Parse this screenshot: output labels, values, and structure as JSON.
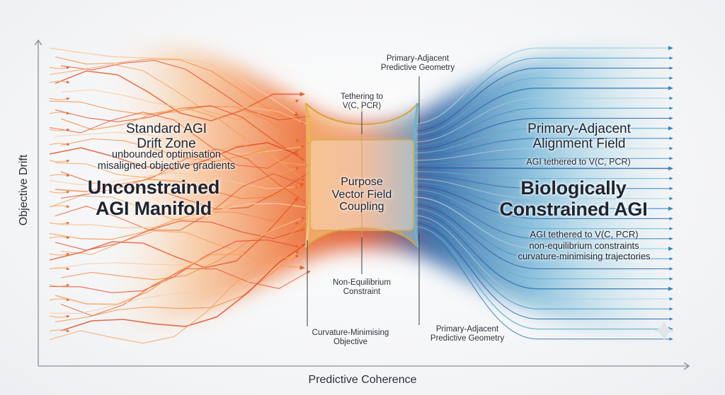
{
  "axes": {
    "x_label": "Predictive Coherence",
    "y_label": "Objective Drift"
  },
  "left": {
    "zone_title_line1": "Standard AGI",
    "zone_title_line2": "Drift Zone",
    "zone_sub1": "unbounded optimisation",
    "zone_sub2": "misaligned objective gradients",
    "main_line1": "Unconstrained",
    "main_line2": "AGI Manifold"
  },
  "right": {
    "field_title_line1": "Primary-Adjacent",
    "field_title_line2": "Alignment Field",
    "field_sub": "AGI tethered to V(C, PCR)",
    "main_line1": "Biologically",
    "main_line2": "Constrained AGI",
    "list1": "AGI tethered to V(C, PCR)",
    "list2": "non-equilibrium constraints",
    "list3": "curvature-minimising trajectories"
  },
  "center": {
    "coupling_line1": "Purpose",
    "coupling_line2": "Vector Field",
    "coupling_line3": "Coupling",
    "top_label_line1": "Primary-Adjacent",
    "top_label_line2": "Predictive Geometry",
    "tether_line1": "Tethering to",
    "tether_line2": "V(C, PCR)",
    "noneq_line1": "Non-Equilibrium",
    "noneq_line2": "Constraint",
    "curv_line1": "Curvature-Minimising",
    "curv_line2": "Objective",
    "bottom_label_line1": "Primary-Adjacent",
    "bottom_label_line2": "Predictive Geometry"
  },
  "colors": {
    "warm_core": "#e2451f",
    "warm_mid": "#f08a3a",
    "warm_light": "#f7c9a0",
    "cool_core": "#1f5fa3",
    "cool_mid": "#3f96c8",
    "cool_light": "#9fd0df",
    "gold": "#d8a52e",
    "axis": "#8a8f98"
  }
}
